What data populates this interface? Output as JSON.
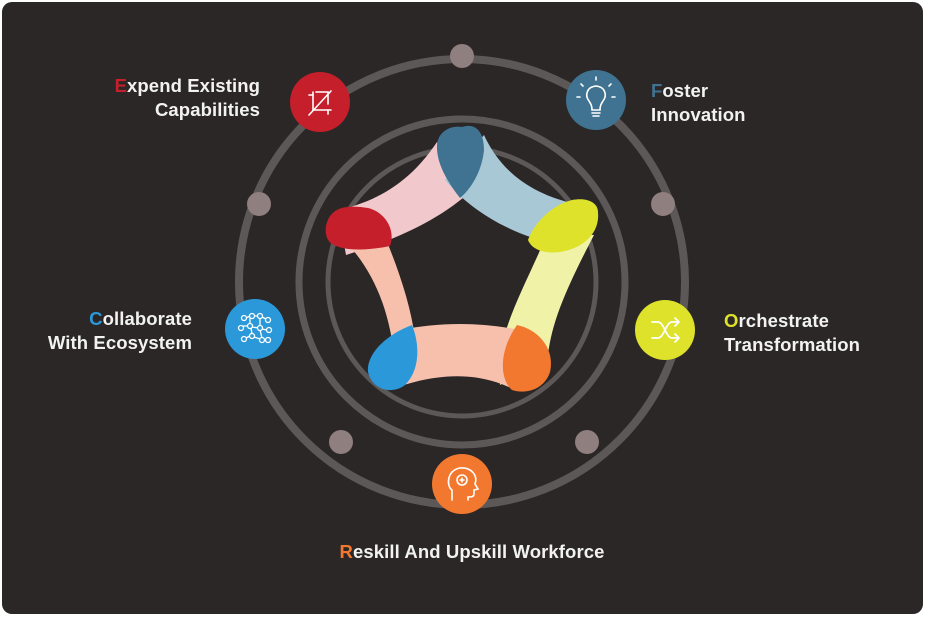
{
  "colors": {
    "background": "#2b2727",
    "ring": "#5c5858",
    "dot": "#8f7f7f",
    "text": "#f2f2f2",
    "red": "#c41f2b",
    "steel_blue": "#3f7391",
    "yellow": "#dfe22a",
    "orange": "#f2782f",
    "sky_blue": "#2b98d9"
  },
  "nodes": {
    "expend": {
      "initial": "E",
      "line1_rest": "xpend Existing",
      "line2": "Capabilities",
      "color": "#c41f2b",
      "icon": "crop-icon"
    },
    "foster": {
      "initial": "F",
      "line1_rest": "oster",
      "line2": "Innovation",
      "color": "#3f7391",
      "icon": "lightbulb-icon"
    },
    "orchestrate": {
      "initial": "O",
      "line1_rest": "rchestrate",
      "line2": "Transformation",
      "color": "#dfe22a",
      "icon": "shuffle-icon"
    },
    "reskill": {
      "initial": "R",
      "line1_rest": "eskill And Upskill Workforce",
      "color": "#f2782f",
      "icon": "head-gear-icon"
    },
    "collaborate": {
      "initial": "C",
      "line1_rest": "ollaborate",
      "line2": "With Ecosystem",
      "color": "#2b98d9",
      "icon": "network-icon"
    }
  }
}
